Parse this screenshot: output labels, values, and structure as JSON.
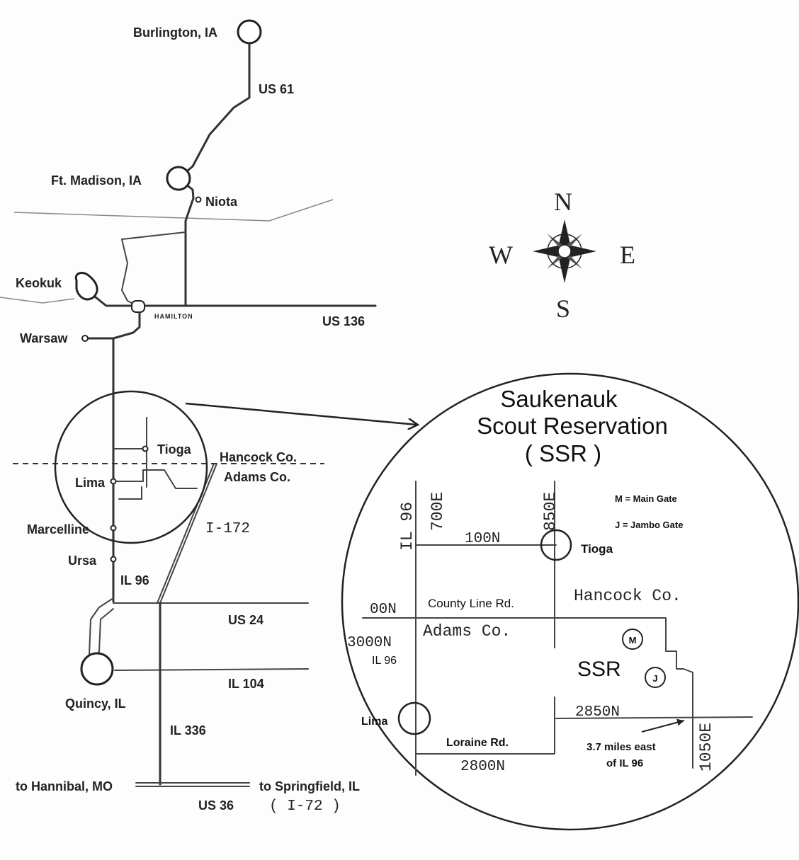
{
  "cities": {
    "burlington": "Burlington, IA",
    "ft_madison": "Ft. Madison, IA",
    "niota": "Niota",
    "keokuk": "Keokuk",
    "hamilton": "HAMILTON",
    "warsaw": "Warsaw",
    "tioga": "Tioga",
    "lima": "Lima",
    "marcelline": "Marcelline",
    "ursa": "Ursa",
    "quincy": "Quincy, IL",
    "hannibal": "to Hannibal, MO",
    "springfield": "to Springfield, IL"
  },
  "roads": {
    "us61": "US 61",
    "us136": "US 136",
    "i172": "I-172",
    "il96": "IL 96",
    "us24": "US 24",
    "il104": "IL 104",
    "il336": "IL 336",
    "us36": "US 36",
    "i72": "( I-72 )"
  },
  "county": {
    "hancock": "Hancock Co.",
    "adams": "Adams Co."
  },
  "compass": {
    "n": "N",
    "s": "S",
    "e": "E",
    "w": "W"
  },
  "inset": {
    "title_1": "Saukenauk",
    "title_2": "Scout Reservation",
    "title_3": "( SSR )",
    "legend_m": "M = Main Gate",
    "legend_j": "J = Jambo Gate",
    "il96": "IL 96",
    "e700": "700E",
    "e850": "850E",
    "n100": "100N",
    "tioga": "Tioga",
    "n00": "00N",
    "county_line": "County Line Rd.",
    "hancock": "Hancock Co.",
    "adams": "Adams Co.",
    "n3000": "3000N",
    "il96_2": "IL 96",
    "gate_m": "M",
    "gate_j": "J",
    "ssr": "SSR",
    "lima": "Lima",
    "n2850": "2850N",
    "e1050": "1050E",
    "loraine": "Loraine Rd.",
    "n2800": "2800N",
    "miles_1": "3.7 miles east",
    "miles_2": "of IL 96"
  }
}
